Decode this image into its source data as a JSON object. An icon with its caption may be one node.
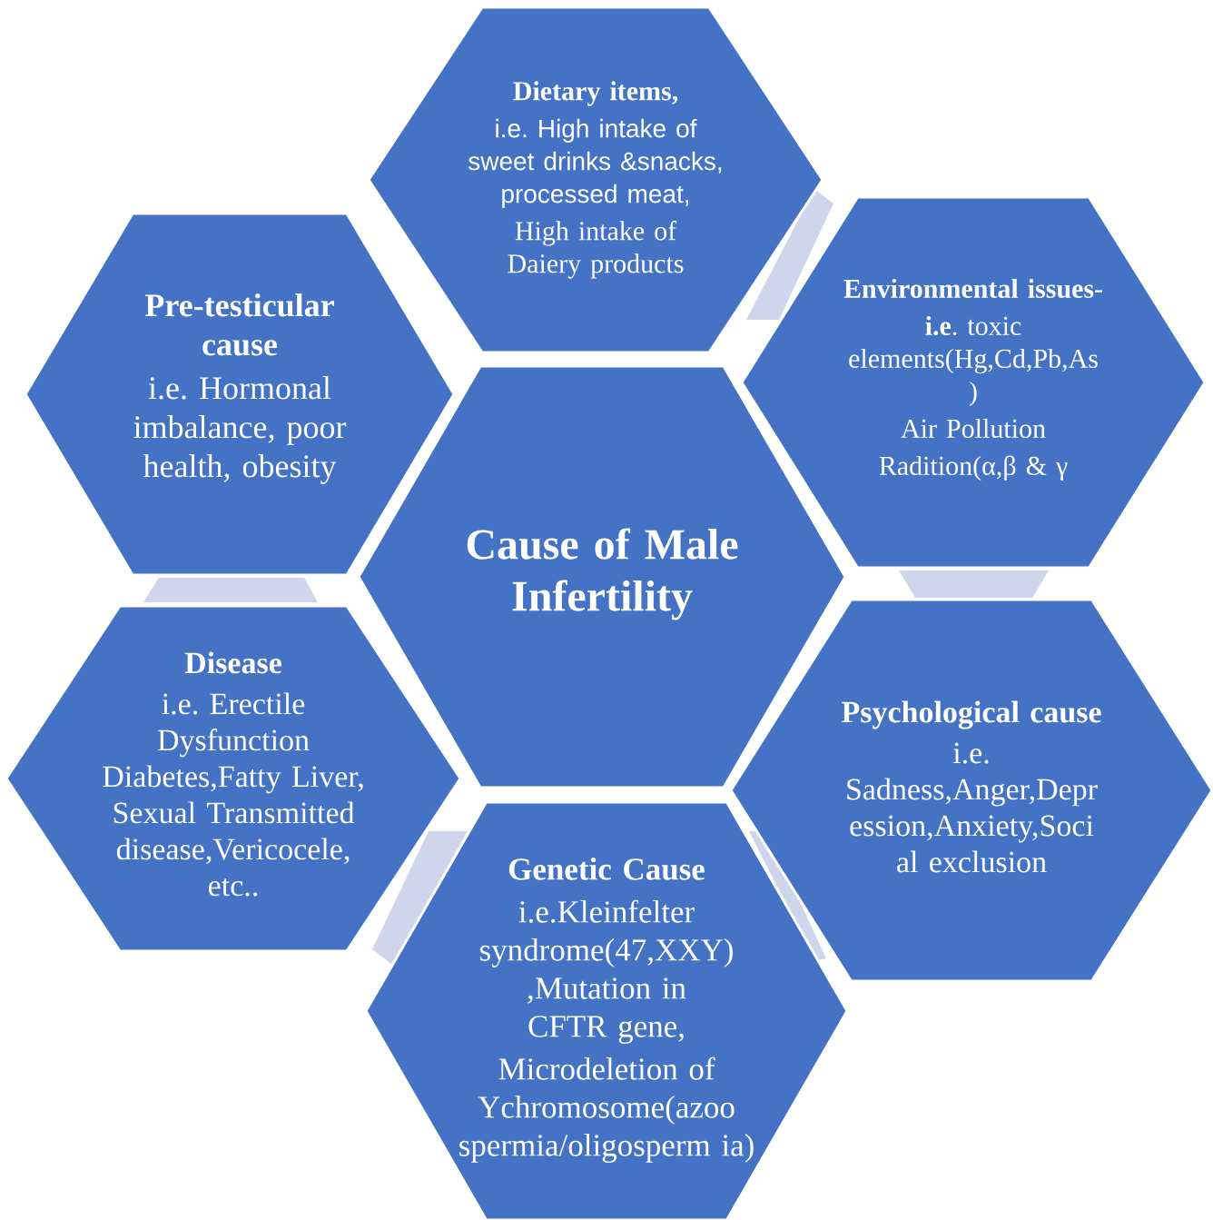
{
  "diagram": {
    "nodes": [
      {
        "text": [
          "Dietary items,",
          "i.e. High intake of sweet drinks &snacks, processed meat,",
          "High intake of Daiery products"
        ]
      },
      {
        "text": [
          "Pre-testicular cause",
          "i.e. Hormonal imbalance, poor health, obesity"
        ]
      },
      {
        "text": [
          "Environmental issues-",
          "**i.e**. toxic elements(Hg,Cd,Pb,As )",
          "Air Pollution",
          "Radition(α,β & γ"
        ]
      },
      {
        "text": [
          "Cause of Male Infertility"
        ]
      },
      {
        "text": [
          "Disease",
          "i.e. Erectile Dysfunction Diabetes,Fatty Liver, Sexual Transmitted disease,Vericocele, etc.."
        ]
      },
      {
        "text": [
          "Psychological cause",
          "i.e. Sadness,Anger,Depr ession,Anxiety,Soci al exclusion"
        ]
      },
      {
        "text": [
          "Genetic Cause",
          "i.e.Kleinfelter syndrome(47,XXY) ,Mutation in CFTR gene,",
          "Microdeletion of Ychromosome(azoo spermia/oligosperm ia)"
        ]
      },
      {
        "text": [],
        "shape": "band"
      },
      {
        "text": [],
        "shape": "band"
      },
      {
        "text": [],
        "shape": "band"
      },
      {
        "text": [],
        "shape": "band"
      },
      {
        "text": [],
        "shape": "band"
      }
    ]
  }
}
